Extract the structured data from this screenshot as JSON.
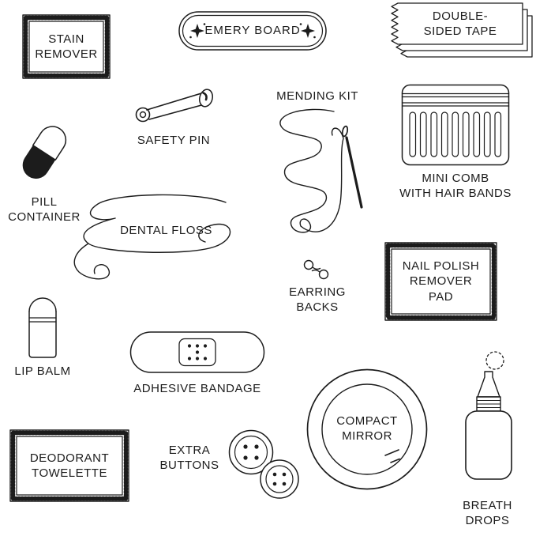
{
  "colors": {
    "ink": "#1c1c1c",
    "paper": "#ffffff"
  },
  "icons": {
    "sparkle-icon": "four-point star with confetti dots"
  },
  "items": {
    "stain_remover": {
      "label": "STAIN\nREMOVER"
    },
    "emery_board": {
      "label": "EMERY BOARD"
    },
    "double_sided_tape": {
      "label": "DOUBLE-\nSIDED TAPE"
    },
    "safety_pin": {
      "label": "SAFETY PIN"
    },
    "mending_kit": {
      "label": "MENDING KIT"
    },
    "mini_comb": {
      "label": "MINI COMB\nWITH HAIR BANDS"
    },
    "pill_container": {
      "label": "PILL\nCONTAINER"
    },
    "dental_floss": {
      "label": "DENTAL FLOSS"
    },
    "earring_backs": {
      "label": "EARRING\nBACKS"
    },
    "nail_polish_remover_pad": {
      "label": "NAIL POLISH\nREMOVER\nPAD"
    },
    "lip_balm": {
      "label": "LIP BALM"
    },
    "adhesive_bandage": {
      "label": "ADHESIVE BANDAGE"
    },
    "compact_mirror": {
      "label": "COMPACT\nMIRROR"
    },
    "breath_drops": {
      "label": "BREATH\nDROPS"
    },
    "deodorant_towelette": {
      "label": "DEODORANT\nTOWELETTE"
    },
    "extra_buttons": {
      "label": "EXTRA\nBUTTONS"
    }
  }
}
